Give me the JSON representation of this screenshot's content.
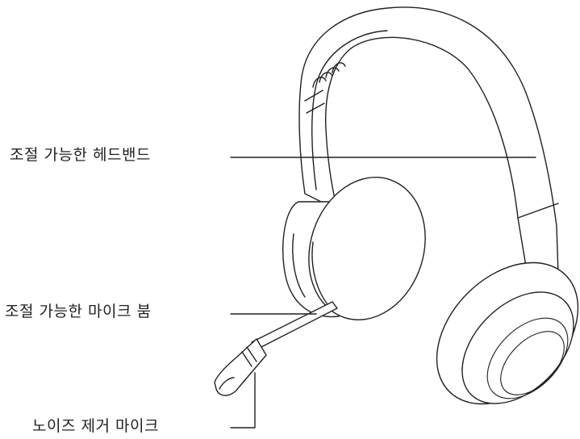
{
  "callouts": {
    "headband": "조절 가능한 헤드밴드",
    "mic_boom": "조절 가능한 마이크 붐",
    "noise_mic": "노이즈 제거 마이크"
  },
  "colors": {
    "line": "#231f20",
    "background": "#ffffff"
  }
}
